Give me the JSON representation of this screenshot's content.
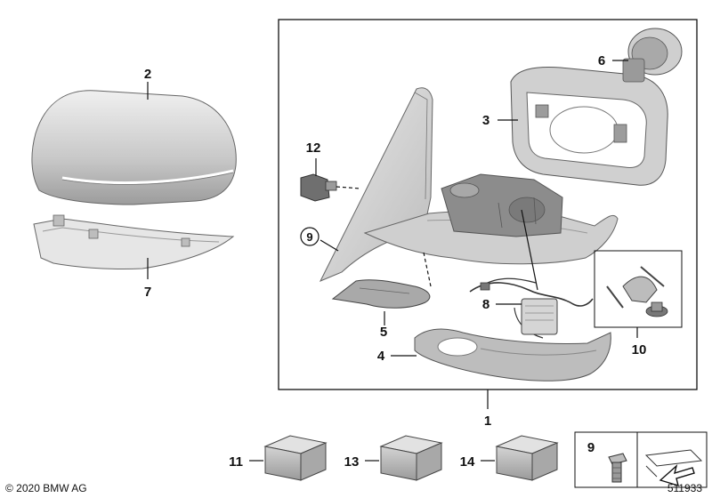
{
  "diagram": {
    "callouts": {
      "p1": "1",
      "p2": "2",
      "p3": "3",
      "p4": "4",
      "p5": "5",
      "p6": "6",
      "p7": "7",
      "p8": "8",
      "p9": "9",
      "p10": "10",
      "p11": "11",
      "p12": "12",
      "p13": "13",
      "p14": "14",
      "p9_legend": "9"
    },
    "copyright": "© 2020 BMW AG",
    "diagram_number": "511933",
    "colors": {
      "part_light": "#e4e4e4",
      "part_mid": "#c9c9c9",
      "part_dark": "#8d8d8d",
      "outline": "#111111"
    }
  }
}
